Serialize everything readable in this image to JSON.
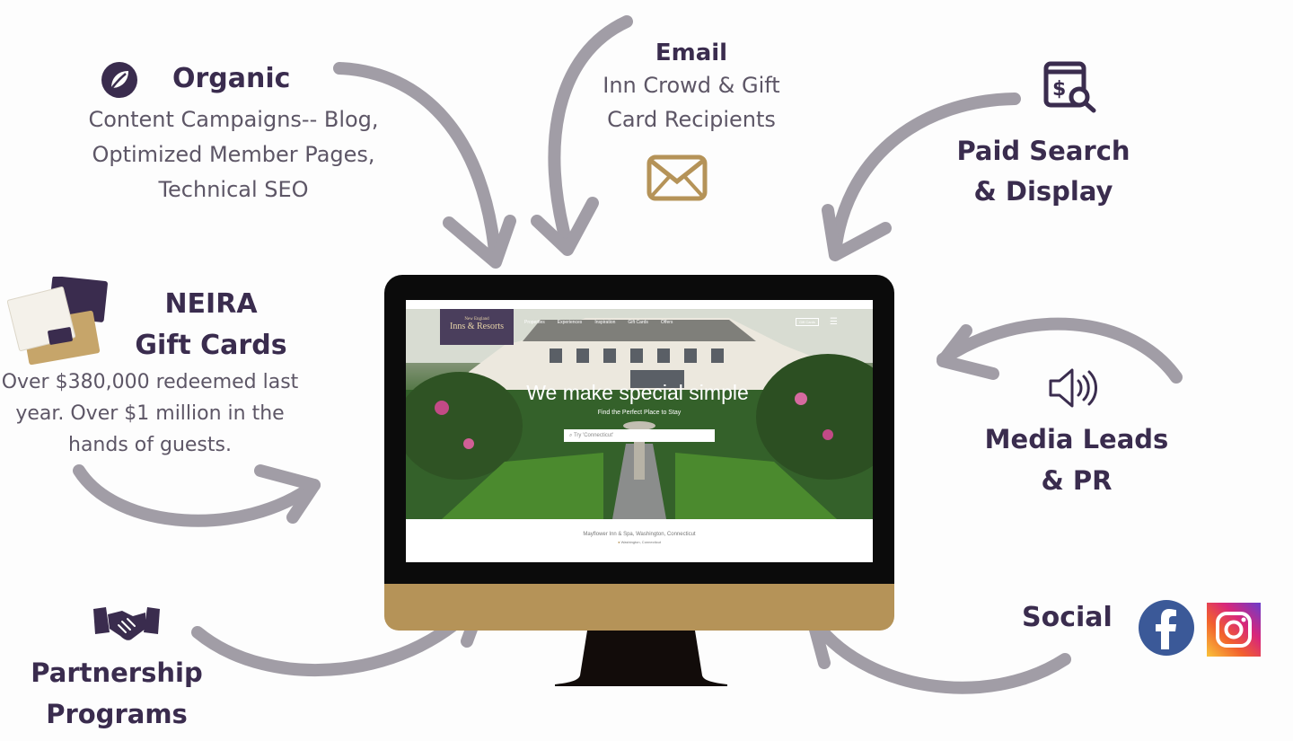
{
  "organic": {
    "title": "Organic",
    "lines": [
      "Content Campaigns-- Blog,",
      "Optimized Member Pages,",
      "Technical SEO"
    ],
    "icon": "leaf-icon"
  },
  "email": {
    "title": "Email",
    "lines": [
      "Inn Crowd & Gift",
      "Card Recipients"
    ],
    "icon": "envelope-icon"
  },
  "paid": {
    "title_lines": [
      "Paid Search",
      "& Display"
    ],
    "icon": "search-dollar-icon"
  },
  "gift": {
    "title_lines": [
      "NEIRA",
      "Gift Cards"
    ],
    "lines": [
      "Over $380,000 redeemed last",
      "year. Over $1 million in the",
      "hands of guests."
    ],
    "icon": "gift-card-image"
  },
  "media": {
    "title_lines": [
      "Media Leads",
      "& PR"
    ],
    "icon": "speaker-icon"
  },
  "partner": {
    "title_lines": [
      "Partnership",
      "Programs"
    ],
    "icon": "handshake-icon"
  },
  "social": {
    "title": "Social",
    "icons": [
      "facebook-icon",
      "instagram-icon"
    ]
  },
  "website": {
    "logo_small": "New England",
    "logo_main": "Inns & Resorts",
    "nav": [
      "Properties",
      "Experiences",
      "Inspiration",
      "Gift Cards",
      "Offers"
    ],
    "button": "Gift Cards",
    "headline": "We make special simple",
    "subheadline": "Find the Perfect Place to Stay",
    "search_placeholder": "Try 'Connecticut'",
    "caption": "Mayflower Inn & Spa, Washington, Connecticut",
    "caption_sub": "Washington, Connecticut"
  },
  "colors": {
    "heading": "#3a2c4e",
    "body": "#5d5666",
    "arrow": "#a19da6",
    "gold": "#b59358",
    "facebook": "#3b5998"
  }
}
